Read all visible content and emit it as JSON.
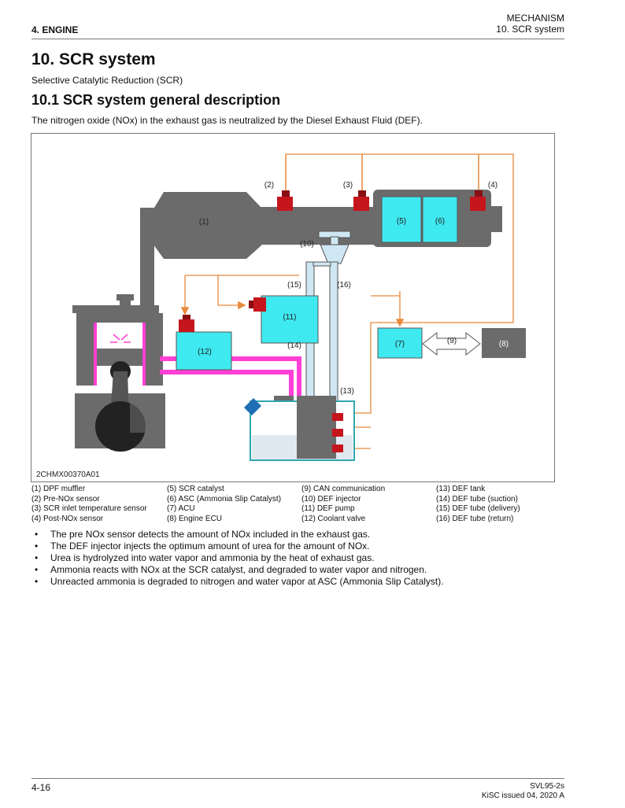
{
  "header": {
    "chapter": "4. ENGINE",
    "section": "MECHANISM",
    "subsection": "10. SCR system"
  },
  "title": "10. SCR system",
  "subtitle": "Selective Catalytic Reduction (SCR)",
  "section_title": "10.1 SCR system general description",
  "description": "The nitrogen oxide (NOx) in the exhaust gas is neutralized by the Diesel Exhaust Fluid (DEF).",
  "figure": {
    "code": "2CHMX00370A01",
    "callouts": {
      "c1": "(1)",
      "c2": "(2)",
      "c3": "(3)",
      "c4": "(4)",
      "c5": "(5)",
      "c6": "(6)",
      "c7": "(7)",
      "c8": "(8)",
      "c9": "(9)",
      "c10": "(10)",
      "c11": "(11)",
      "c12": "(12)",
      "c13": "(13)",
      "c14": "(14)",
      "c15": "(15)",
      "c16": "(16)"
    }
  },
  "legend": [
    [
      "(1)  DPF muffler",
      "(2)  Pre-NOx sensor",
      "(3)  SCR inlet temperature sensor",
      "(4)  Post-NOx sensor"
    ],
    [
      "(5)  SCR catalyst",
      "(6)  ASC (Ammonia Slip Catalyst)",
      "(7)  ACU",
      "(8)  Engine ECU"
    ],
    [
      "(9)  CAN communication",
      "(10) DEF injector",
      "(11) DEF pump",
      "(12) Coolant valve"
    ],
    [
      "(13) DEF tank",
      "(14) DEF tube (suction)",
      "(15) DEF tube (delivery)",
      "(16) DEF tube (return)"
    ]
  ],
  "bullets": [
    "The pre NOx sensor detects the amount of NOx included in the exhaust gas.",
    "The DEF injector injects the optimum amount of urea for the amount of NOx.",
    "Urea is hydrolyzed into water vapor and ammonia by the heat of exhaust gas.",
    "Ammonia reacts with NOx at the SCR catalyst, and degraded to water vapor and nitrogen.",
    "Unreacted ammonia is degraded to nitrogen and water vapor at ASC (Ammonia Slip Catalyst)."
  ],
  "bullet_symbol": "•",
  "footer": {
    "page": "4-16",
    "model": "SVL95-2s",
    "issue": "KiSC issued 04, 2020 A"
  },
  "colors": {
    "exhaust": "#6b6b6b",
    "catalyst": "#3fe9f0",
    "sensor": "#c4161c",
    "coolant": "#ff3fd6",
    "signal": "#e8893a",
    "def_tube": "#cfe7f2"
  }
}
